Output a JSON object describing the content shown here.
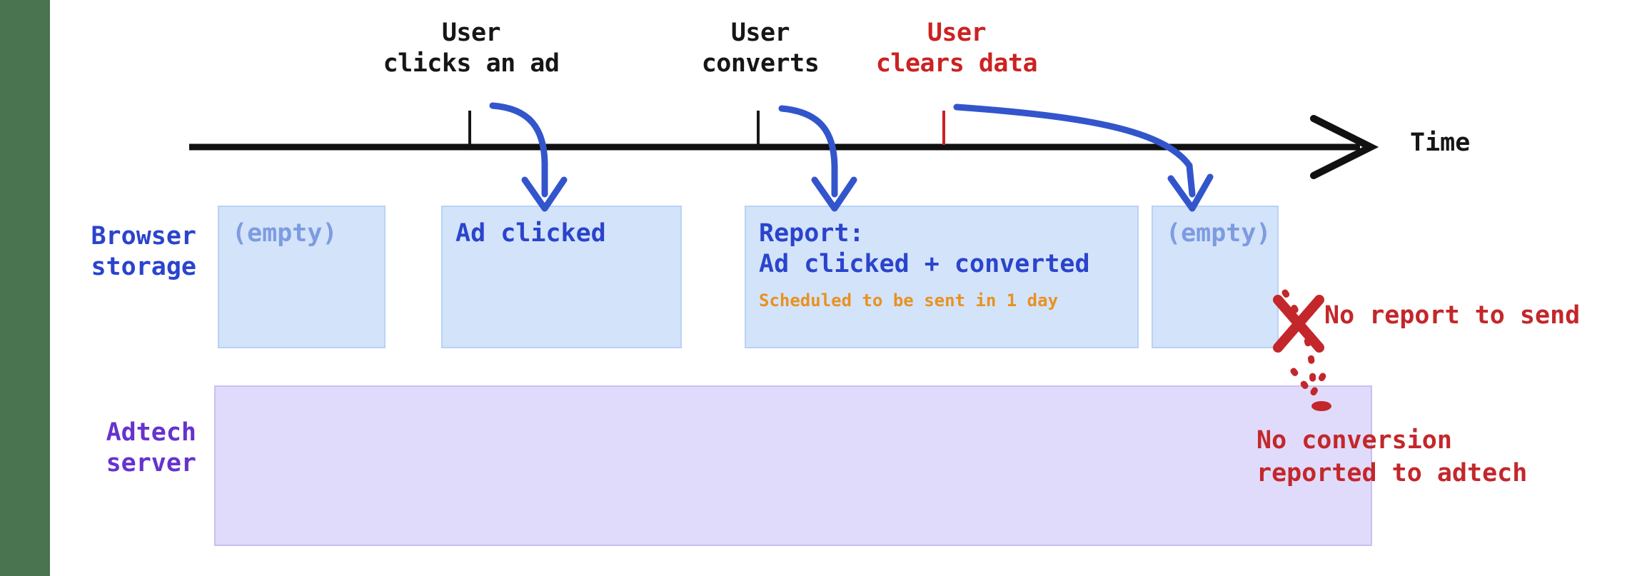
{
  "colors": {
    "left_strip": "#4a7350",
    "timeline": "#111111",
    "arrow_blue": "#3355cc",
    "event_black": "#161616",
    "event_red": "#cc2222",
    "browser_label": "#2b44cc",
    "adtech_label": "#6633cc",
    "box_fill_blue": "#d3e3fa",
    "box_border_blue": "#b9d2f5",
    "box_text_blue": "#2b44cc",
    "box_text_muted": "#7d9ce0",
    "note_orange": "#e8921f",
    "server_fill": "#e0dbfa",
    "server_border": "#c8bff2",
    "warn_red": "#c3272b"
  },
  "timeline": {
    "axis_label": "Time",
    "events": [
      {
        "id": "click",
        "label": "User\nclicks an ad",
        "color": "black"
      },
      {
        "id": "convert",
        "label": "User\nconverts",
        "color": "black"
      },
      {
        "id": "clear",
        "label": "User\nclears data",
        "color": "red"
      }
    ]
  },
  "rows": {
    "browser": {
      "label": "Browser\nstorage",
      "boxes": [
        {
          "id": "empty-1",
          "text": "(empty)",
          "muted": true,
          "note": ""
        },
        {
          "id": "ad-clicked",
          "text": "Ad clicked",
          "muted": false,
          "note": ""
        },
        {
          "id": "report",
          "text": "Report:\nAd clicked + converted",
          "muted": false,
          "note": "Scheduled to be sent in 1 day"
        },
        {
          "id": "empty-2",
          "text": "(empty)",
          "muted": true,
          "note": ""
        }
      ]
    },
    "adtech": {
      "label": "Adtech\nserver"
    }
  },
  "annotations": {
    "no_report": "No report to send",
    "no_conversion": "No conversion\nreported to adtech"
  }
}
